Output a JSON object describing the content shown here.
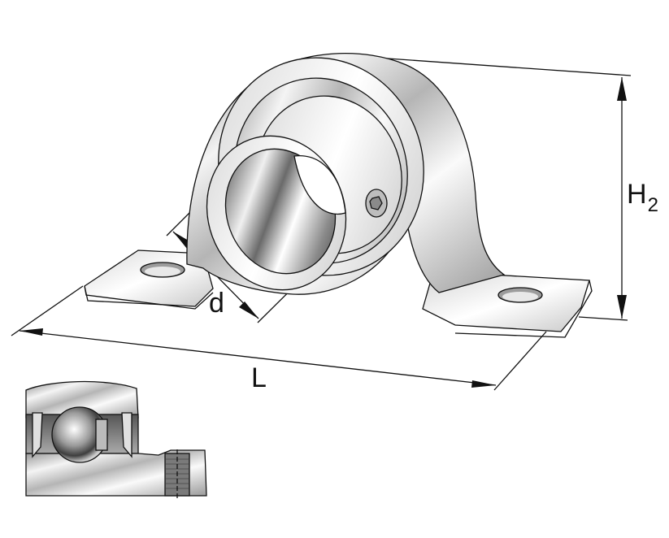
{
  "figure": {
    "type": "technical-drawing",
    "subject": "pillow block bearing unit (housing with insert ball bearing and set screw)",
    "colors": {
      "background": "#ffffff",
      "line": "#111111",
      "metal_light": "#f2f2f2",
      "metal_mid": "#bdbdbd",
      "metal_dark": "#6e6e6e"
    }
  },
  "dimensions": {
    "height": {
      "symbol": "H",
      "subscript": "2",
      "description": "overall height"
    },
    "bore": {
      "symbol": "d",
      "description": "bore diameter"
    },
    "length": {
      "symbol": "L",
      "description": "overall length"
    }
  },
  "inset": {
    "description": "cross-section of insert bearing: outer ring, ball, seals, inner ring with threaded set-screw hole"
  }
}
